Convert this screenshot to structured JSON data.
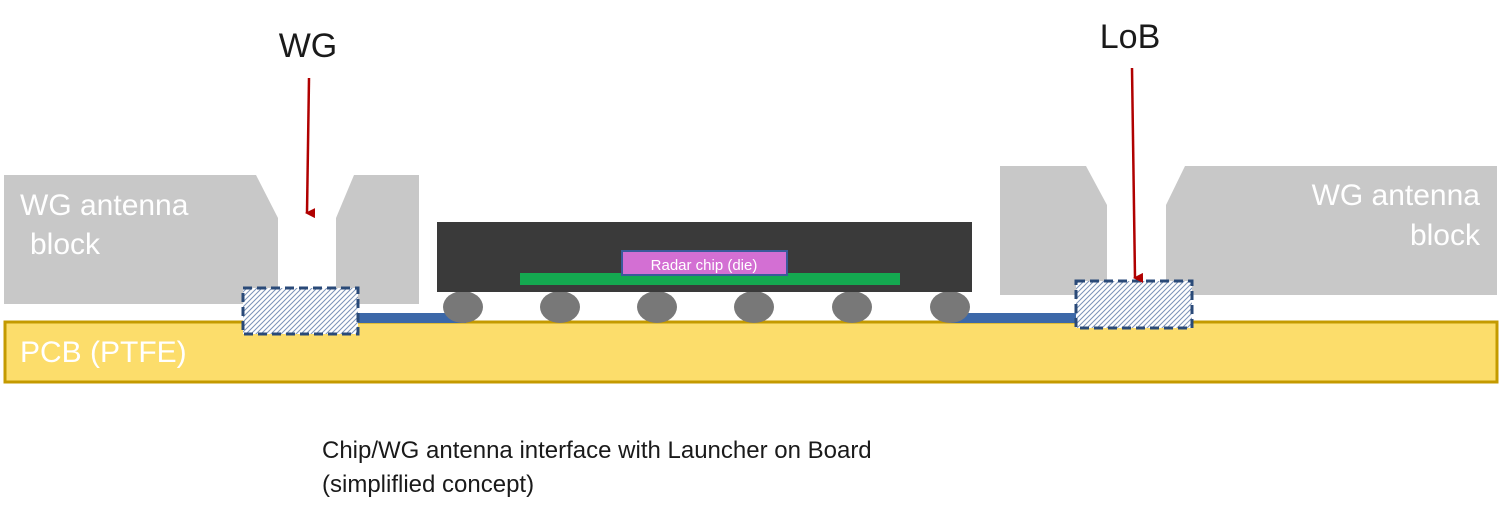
{
  "labels": {
    "wg": "WG",
    "lob": "LoB",
    "left_block_line1": "WG antenna",
    "left_block_line2": "block",
    "right_block_line1": "WG antenna",
    "right_block_line2": "block",
    "pcb": "PCB (PTFE)",
    "chip": "Radar chip (die)"
  },
  "caption": {
    "line1": "Chip/WG antenna interface with Launcher on Board",
    "line2": "(simpliflied concept)"
  },
  "colors": {
    "antenna_block": "#c8c8c8",
    "pcb_fill": "#fcdd6b",
    "pcb_border": "#c49a00",
    "package": "#3a3a3a",
    "die": "#d36fd3",
    "die_border": "#3a5a9a",
    "substrate_line": "#14a850",
    "solder_balls": "#787878",
    "trace": "#3c68a8",
    "launcher_border": "#2a4a78",
    "arrow": "#b00000"
  }
}
